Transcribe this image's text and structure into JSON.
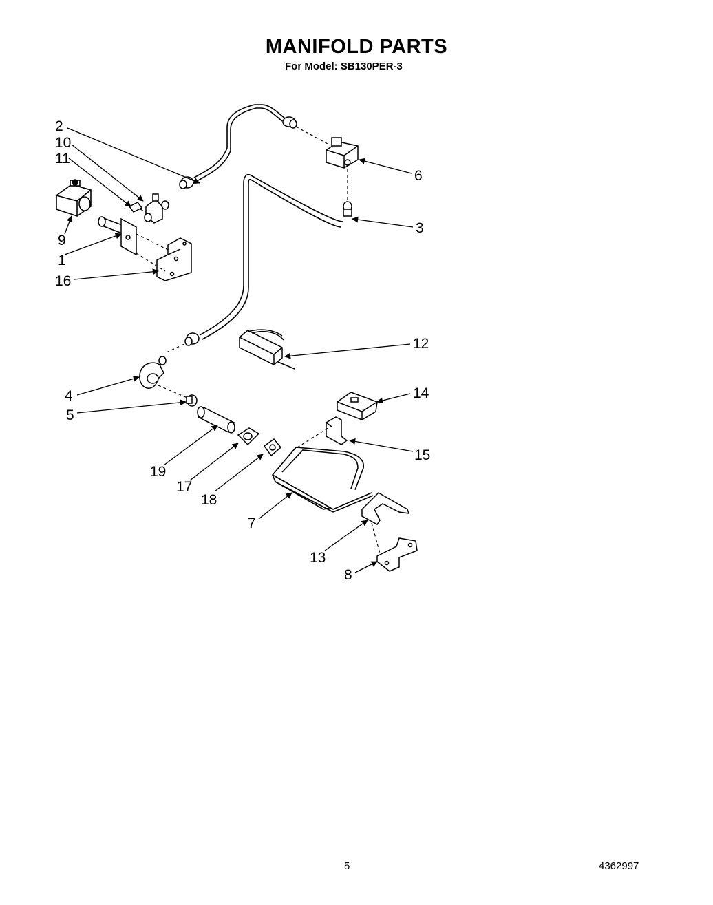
{
  "header": {
    "title": "MANIFOLD PARTS",
    "subtitle": "For Model: SB130PER-3"
  },
  "footer": {
    "page_number": "5",
    "document_number": "4362997"
  },
  "callouts": {
    "c1": "1",
    "c2": "2",
    "c3": "3",
    "c4": "4",
    "c5": "5",
    "c6": "6",
    "c7": "7",
    "c8": "8",
    "c9": "9",
    "c10": "10",
    "c11": "11",
    "c12": "12",
    "c13": "13",
    "c14": "14",
    "c15": "15",
    "c16": "16",
    "c17": "17",
    "c18": "18",
    "c19": "19"
  }
}
